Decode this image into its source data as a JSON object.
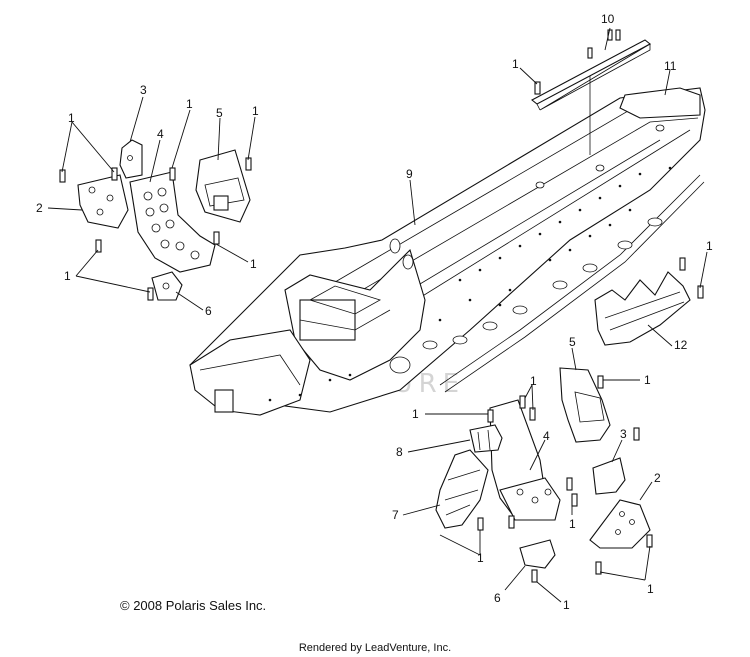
{
  "callouts": {
    "c1": "1",
    "c2": "2",
    "c3": "3",
    "c4": "4",
    "c5": "5",
    "c6": "6",
    "c7": "7",
    "c8": "8",
    "c9": "9",
    "c10": "10",
    "c11": "11",
    "c12": "12"
  },
  "watermark": "VENTURE",
  "copyright": "© 2008 Polaris Sales Inc.",
  "rendered_by": "Rendered by LeadVenture, Inc."
}
